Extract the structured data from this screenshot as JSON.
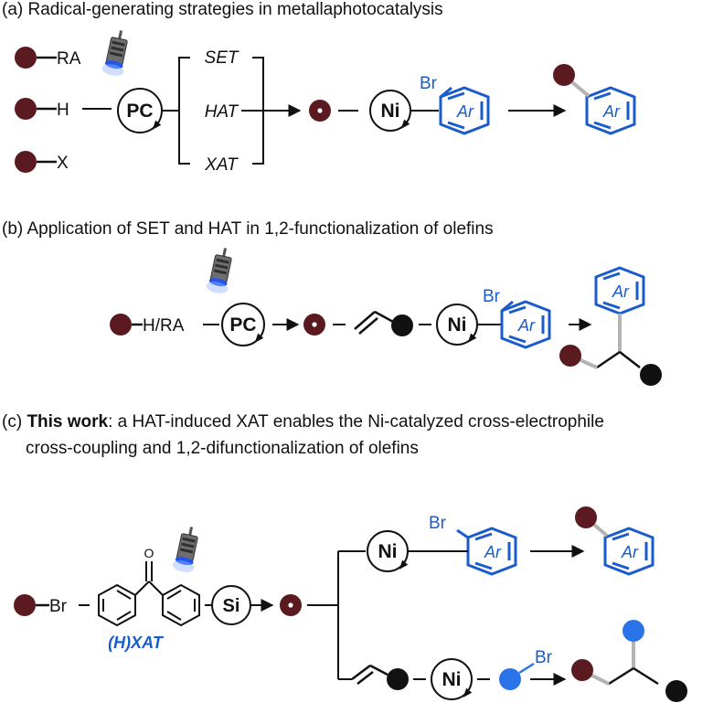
{
  "panel_a": {
    "heading": "(a) Radical-generating strategies in metallaphotocatalysis",
    "substrates": [
      "RA",
      "H",
      "X"
    ],
    "photocatalyst": "PC",
    "mechanisms": [
      "SET",
      "HAT",
      "XAT"
    ],
    "catalyst": "Ni",
    "halide": "Br",
    "aryl": "Ar"
  },
  "panel_b": {
    "heading": "(b) Application of SET and HAT in 1,2-functionalization of olefins",
    "substrate": "H/RA",
    "photocatalyst": "PC",
    "catalyst": "Ni",
    "halide": "Br",
    "aryl": "Ar"
  },
  "panel_c": {
    "heading_prefix": "(c) ",
    "heading_bold": "This work",
    "heading_rest": ": a HAT-induced XAT enables the Ni-catalyzed cross-electrophile",
    "heading_line2": "cross-coupling and 1,2-difunctionalization of olefins",
    "substrate_halide": "Br",
    "oxygen": "O",
    "reagent_label": "(H)XAT",
    "silane": "Si",
    "catalyst": "Ni",
    "halide": "Br",
    "aryl": "Ar",
    "alkyl_halide": "Br"
  },
  "colors": {
    "radical_dot": "#5a1a1f",
    "black_dot": "#111111",
    "blue": "#1a5ccc",
    "light_blue_dot": "#2a73e8",
    "grey_bond": "#b4b4b4"
  }
}
